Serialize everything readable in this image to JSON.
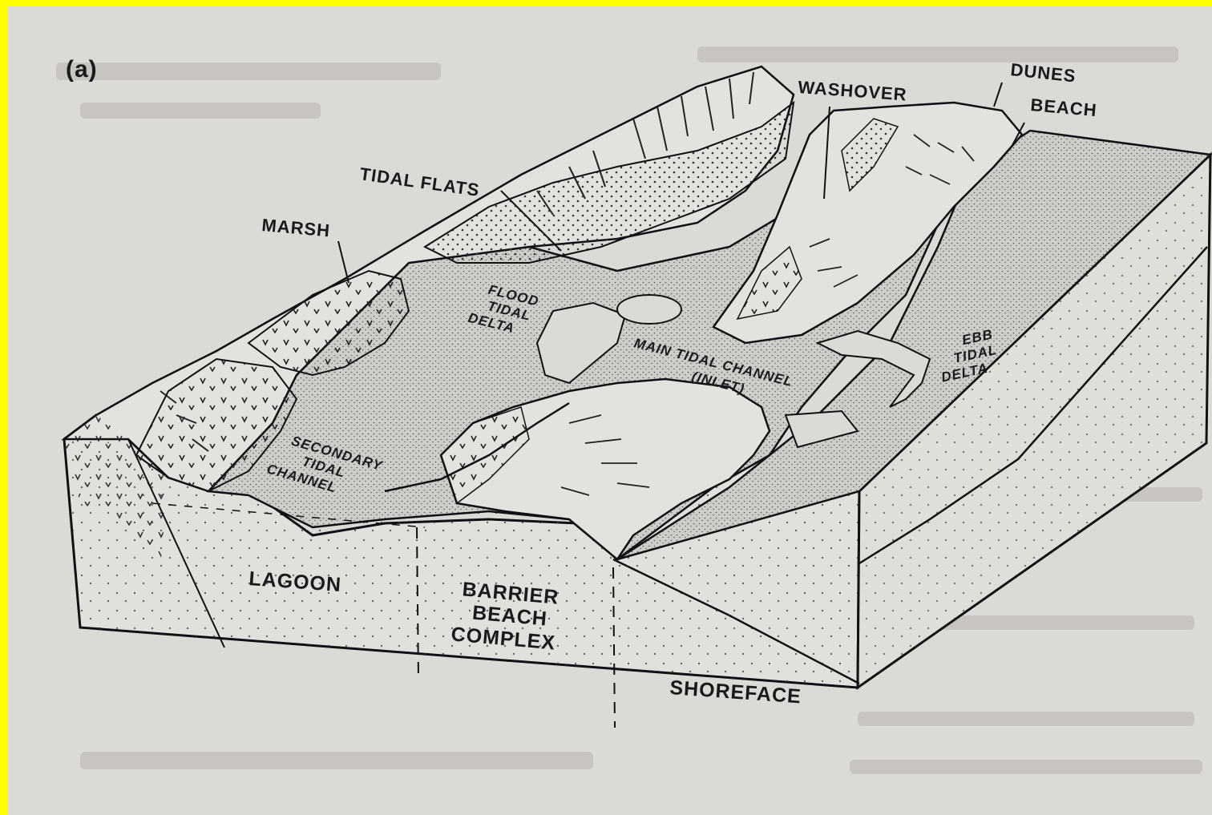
{
  "figure": {
    "panel_label": "(a)"
  },
  "labels": {
    "washover": "WASHOVER",
    "dunes": "DUNES",
    "beach": "BEACH",
    "tidal_flats": "TIDAL FLATS",
    "marsh": "MARSH",
    "flood_tidal_delta": [
      "FLOOD",
      "TIDAL",
      "DELTA"
    ],
    "main_tidal_channel": [
      "MAIN TIDAL CHANNEL",
      "(INLET)"
    ],
    "ebb_tidal_delta": [
      "EBB",
      "TIDAL",
      "DELTA"
    ],
    "secondary_tidal_channel": [
      "SECONDARY",
      "TIDAL",
      "CHANNEL"
    ],
    "lagoon": "LAGOON",
    "barrier_beach_complex": [
      "BARRIER",
      "BEACH",
      "COMPLEX"
    ],
    "shoreface": "SHOREFACE"
  },
  "colors": {
    "background_highlight": "#ffff00",
    "paper": "#dcdad6",
    "ink": "#1a1a1a"
  }
}
